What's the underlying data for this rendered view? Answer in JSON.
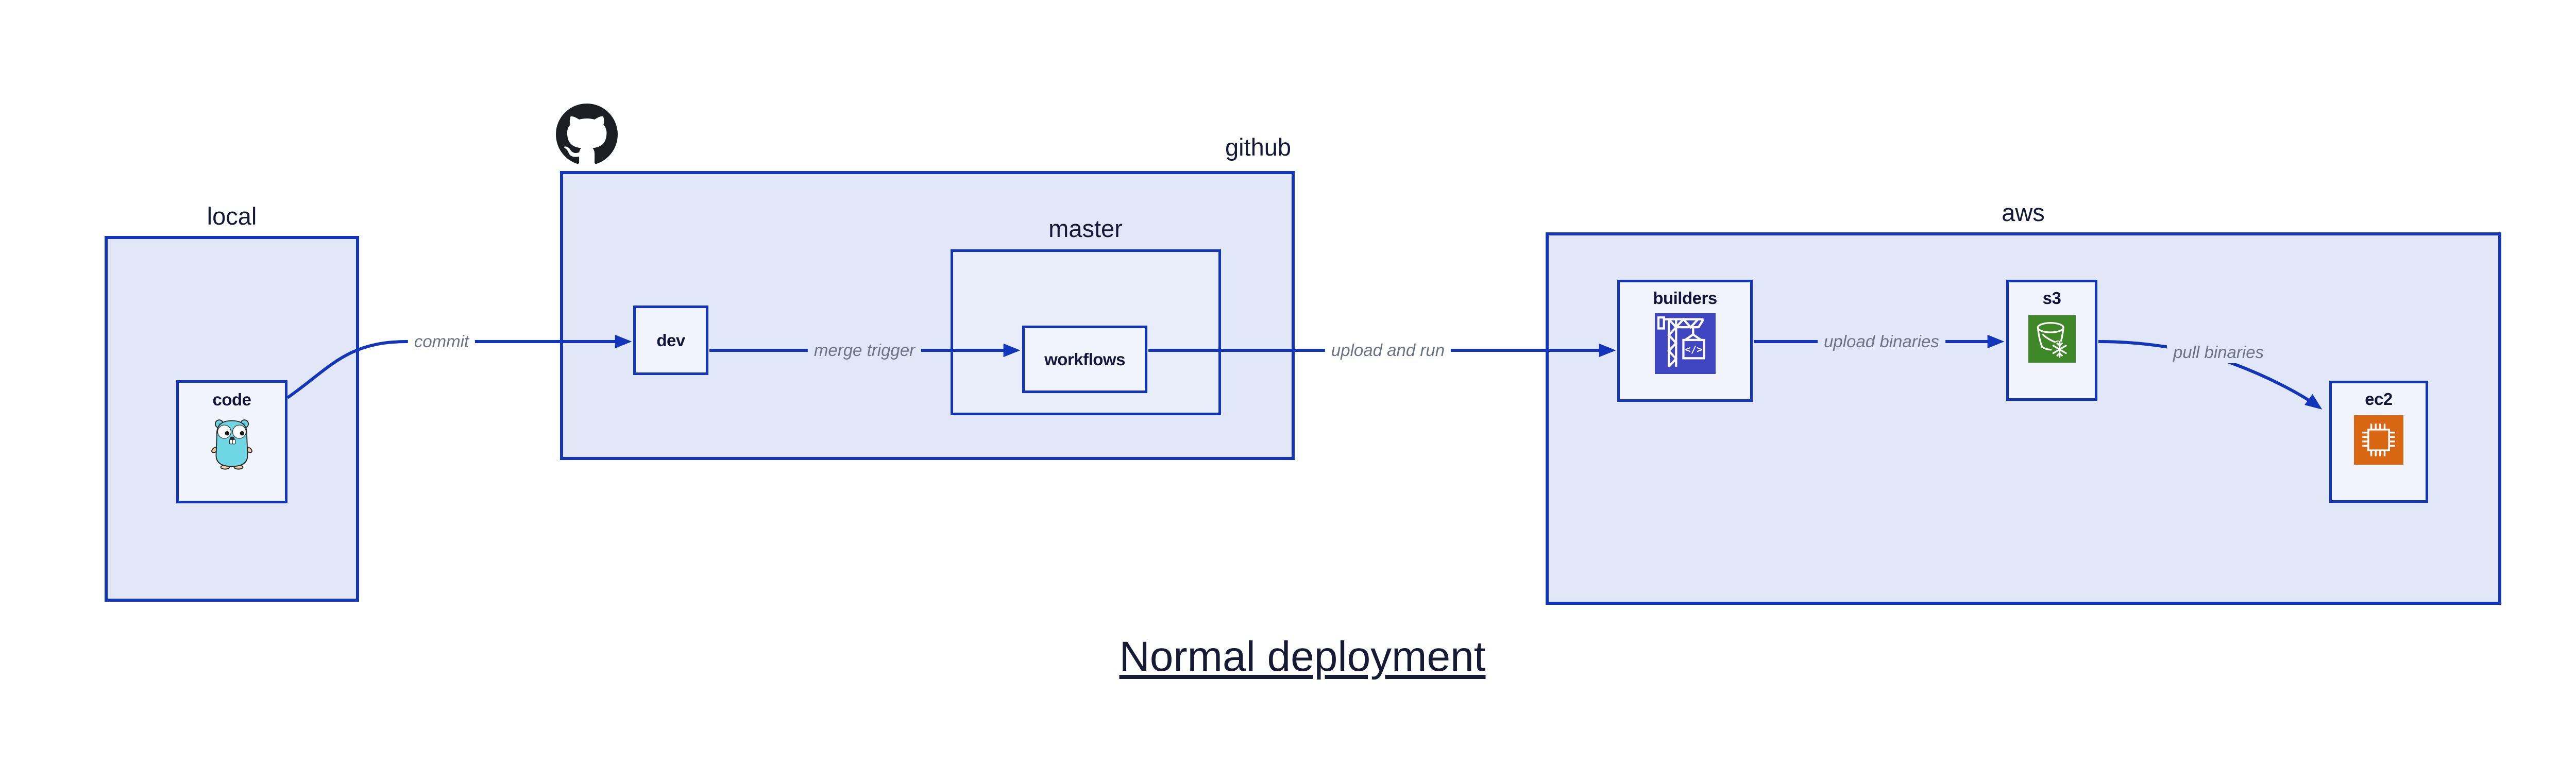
{
  "main_title": "Normal deployment",
  "groups": {
    "local": {
      "label": "local"
    },
    "github": {
      "label": "github"
    },
    "master": {
      "label": "master"
    },
    "aws": {
      "label": "aws"
    }
  },
  "nodes": {
    "code": {
      "label": "code",
      "icon": "go-gopher-icon"
    },
    "dev": {
      "label": "dev"
    },
    "workflows": {
      "label": "workflows"
    },
    "builders": {
      "label": "builders",
      "icon": "codebuild-crane-icon",
      "icon_text": "</>"
    },
    "s3": {
      "label": "s3",
      "icon": "s3-bucket-snowflake-icon"
    },
    "ec2": {
      "label": "ec2",
      "icon": "ec2-chip-icon"
    }
  },
  "edges": {
    "commit": {
      "label": "commit",
      "from": "code",
      "to": "dev"
    },
    "merge_trigger": {
      "label": "merge trigger",
      "from": "dev",
      "to": "workflows"
    },
    "upload_and_run": {
      "label": "upload and run",
      "from": "workflows",
      "to": "builders"
    },
    "upload_binaries": {
      "label": "upload binaries",
      "from": "builders",
      "to": "s3"
    },
    "pull_binaries": {
      "label": "pull binaries",
      "from": "s3",
      "to": "ec2"
    }
  },
  "icons": {
    "github_logo": "github-octocat-icon"
  },
  "colors": {
    "box_border": "#1335bb",
    "arrow": "#1335bb",
    "group_fill": "#e2e7f8",
    "subgroup_fill": "#e9edfa",
    "node_fill": "#f1f4fd",
    "title_text": "#141a36",
    "edge_label_text": "#6b7385",
    "builders_icon_bg": "#4046c2",
    "s3_icon_bg": "#3d8727",
    "ec2_icon_bg": "#d86613",
    "gopher_body": "#6fd6e4",
    "github_logo_color": "#1b1f23"
  }
}
